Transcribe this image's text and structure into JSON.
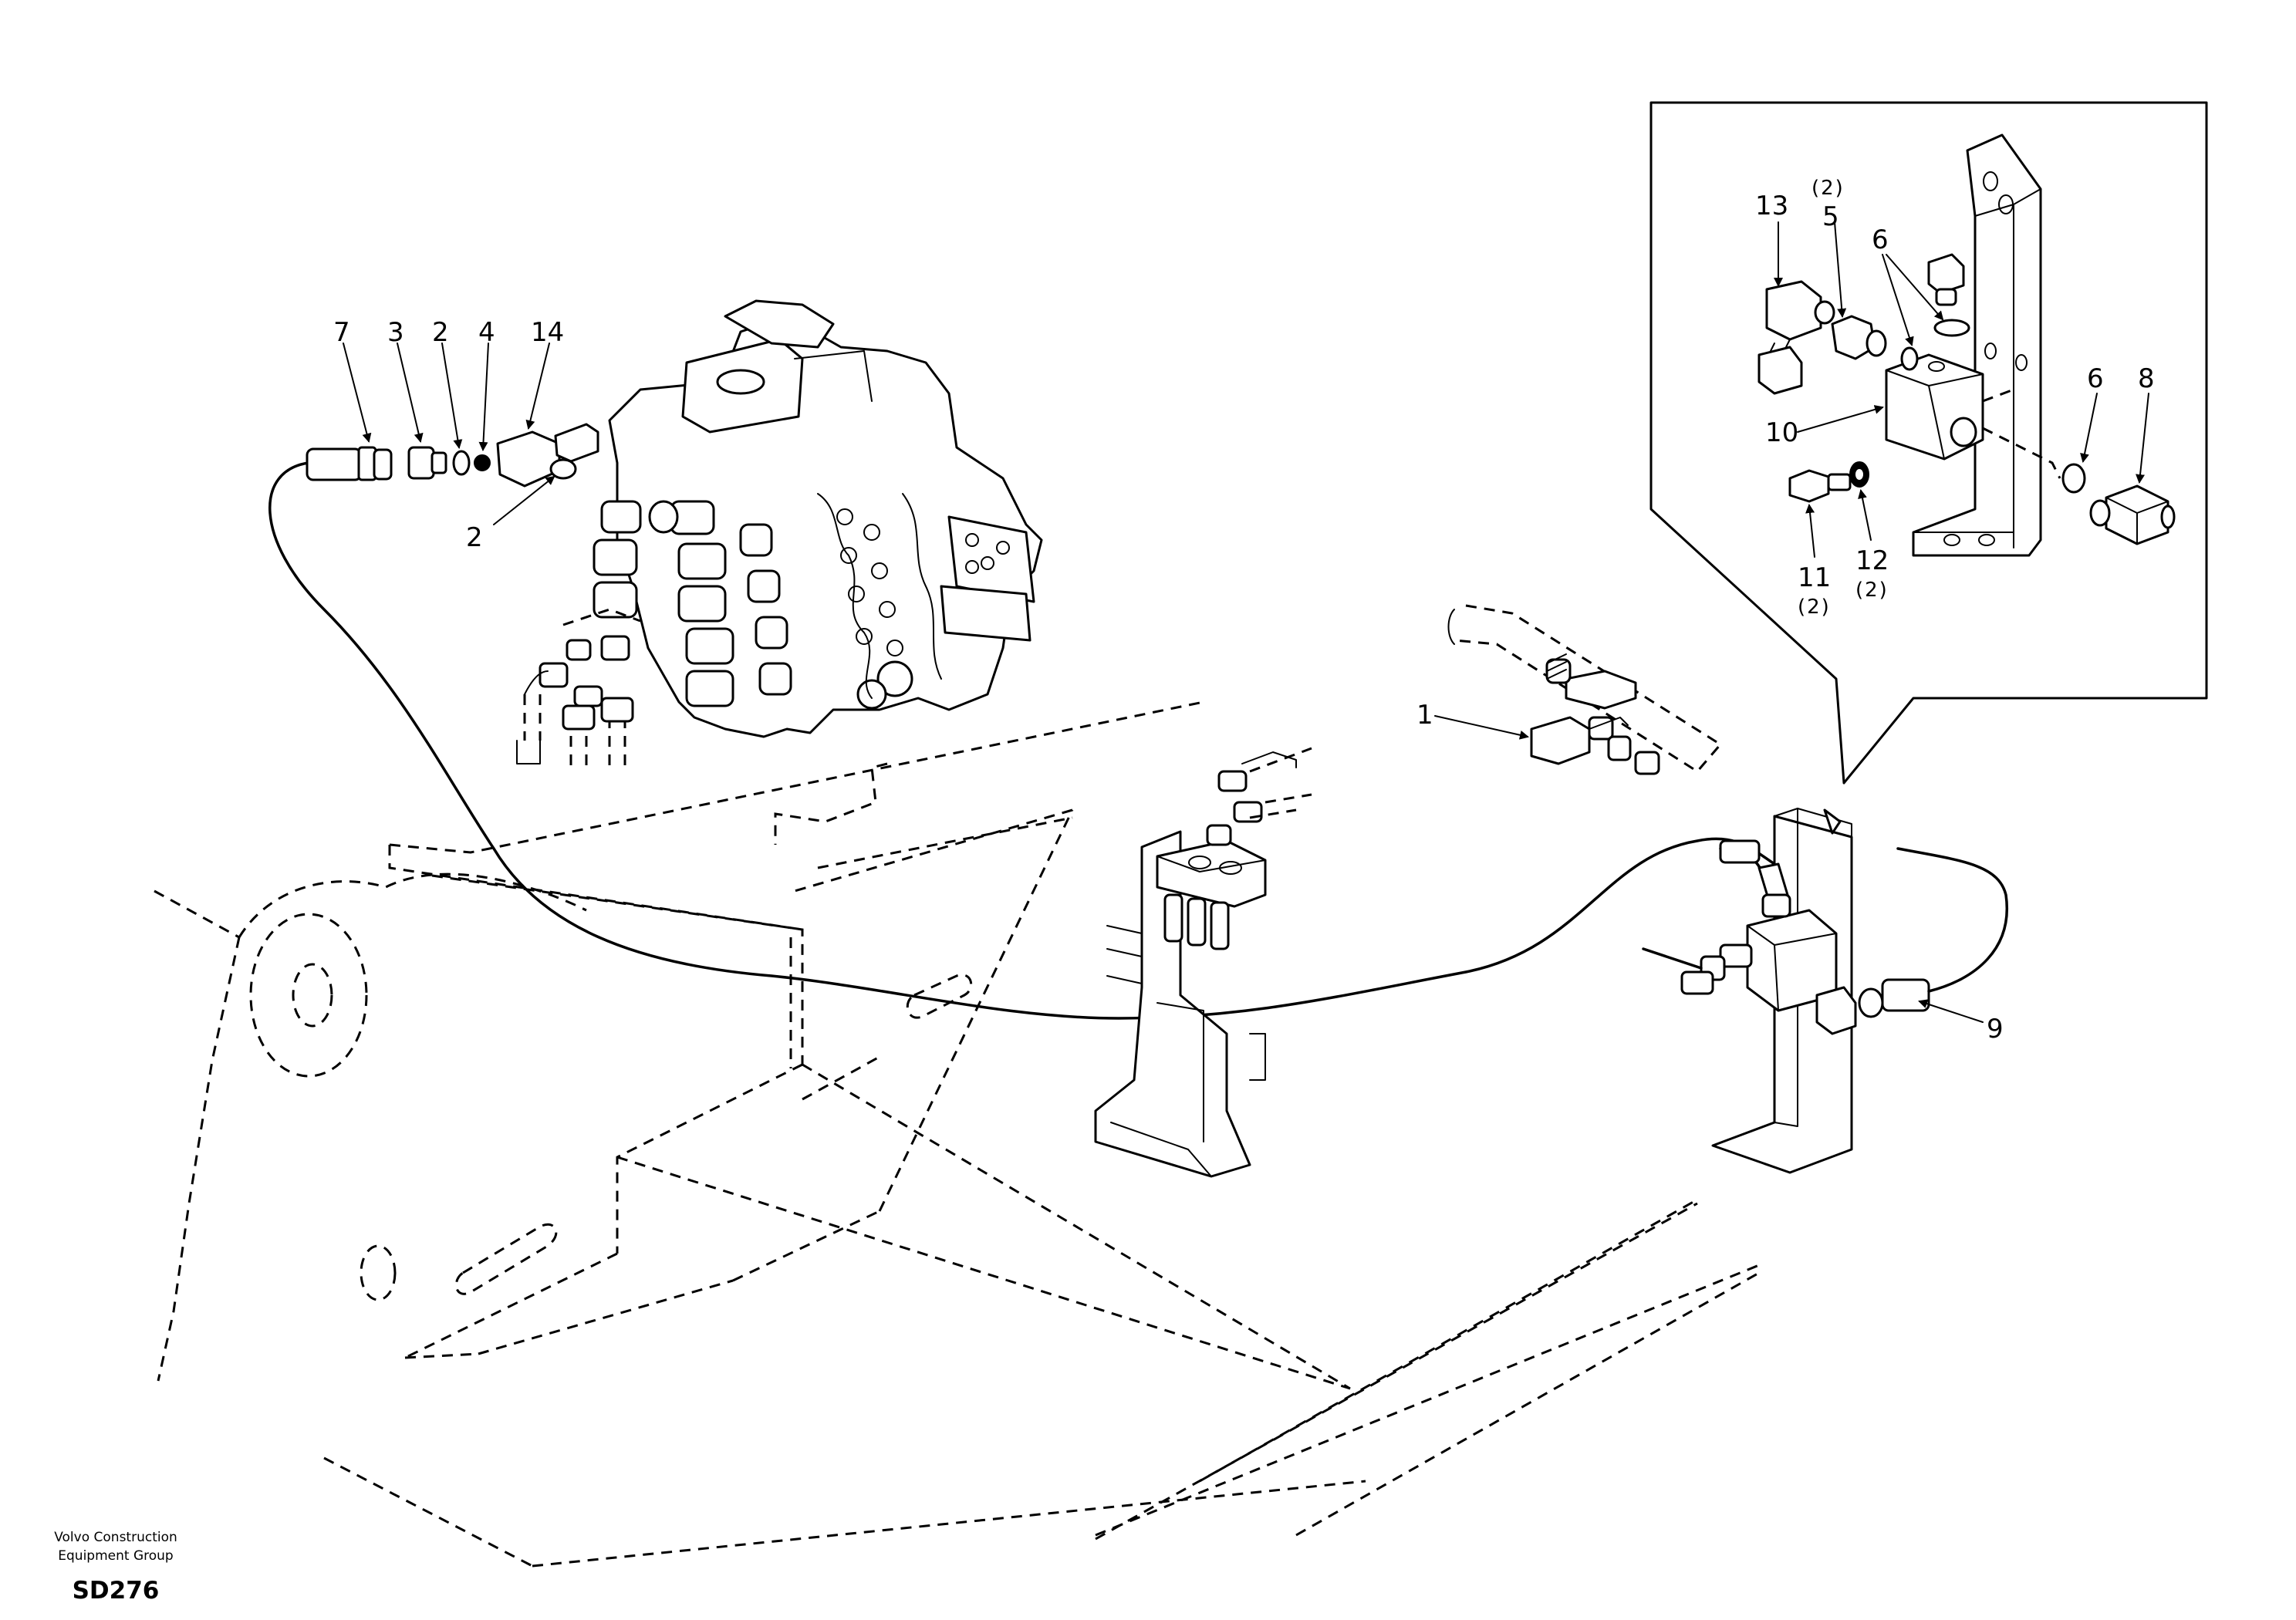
{
  "diagram": {
    "callouts": {
      "c1": "1",
      "c2a": "2",
      "c2b": "2",
      "c3": "3",
      "c4": "4",
      "c5": "5",
      "c6a": "6",
      "c6b": "6",
      "c7": "7",
      "c8": "8",
      "c9": "9",
      "c10": "10",
      "c11": "11",
      "c12": "12",
      "c13": "13",
      "c14": "14"
    },
    "quantities": {
      "q5": "(2)",
      "q11": "(2)",
      "q12": "(2)"
    },
    "footer": {
      "company_line1": "Volvo Construction",
      "company_line2": "Equipment Group",
      "code": "SD276"
    }
  }
}
